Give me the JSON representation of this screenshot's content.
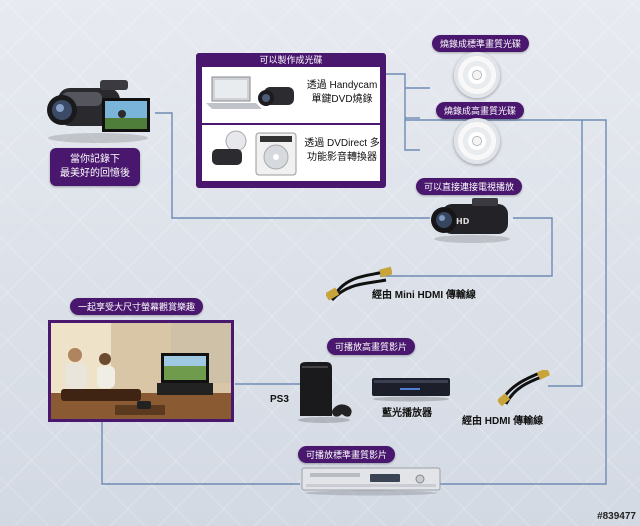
{
  "camcorder_caption": {
    "line1": "當你記錄下",
    "line2": "最美好的回憶後"
  },
  "disc_group": {
    "title": "可以製作成光碟",
    "option1": {
      "line1": "透過 Handycam",
      "line2": "單鍵DVD燒錄"
    },
    "option2": {
      "line1": "透過 DVDirect 多",
      "line2": "功能影音轉換器"
    }
  },
  "outputs": {
    "standard_disc": "燒錄成標準畫質光碟",
    "hd_disc": "燒錄成高畫質光碟",
    "tv_direct": "可以直接連接電視播放",
    "mini_hdmi_cable": "經由 Mini HDMI 傳輸線",
    "big_screen": "一起享受大尺寸螢幕觀賞樂趣",
    "hd_playback": "可播放高畫質影片",
    "ps3": "PS3",
    "bluray_player": "藍光播放器",
    "hdmi_cable": "經由 HDMI 傳輸線",
    "sd_playback": "可播放標準畫質影片"
  },
  "watermark": "#839477",
  "colors": {
    "accent_purple": "#4a176e",
    "line_blue": "#6f8bb3"
  }
}
